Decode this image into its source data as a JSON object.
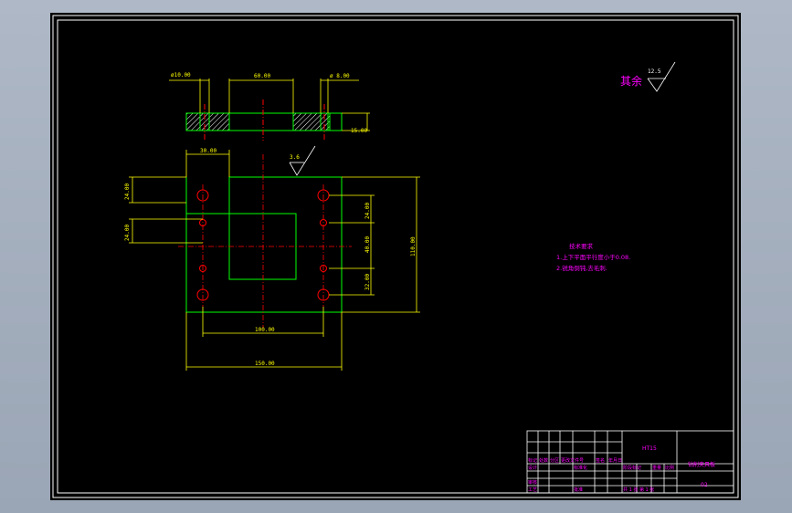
{
  "app": {
    "background_color": "#9aa5b5",
    "viewport_color": "#000000"
  },
  "colors": {
    "border": "#ffffff",
    "part": "#00ff00",
    "dimension": "#ffff00",
    "centerline": "#ff0000",
    "annotation": "#ff00ff"
  },
  "dimensions": {
    "top_left_dia": "ø10.00",
    "top_center_width": "60.00",
    "top_right_dia": "ø 8.00",
    "thickness": "15.00",
    "left_offset": "30.00",
    "left_upper": "24.00",
    "left_lower": "24.00",
    "right_upper": "24.00",
    "right_middle": "40.00",
    "right_lower": "32.00",
    "total_height": "110.00",
    "inner_width": "100.00",
    "total_width": "150.00"
  },
  "roughness": {
    "face": "3.6",
    "general": "12.5",
    "general_label": "其余"
  },
  "notes": {
    "title": "技术要求",
    "line1": "1.上下平面平行度小于0.08.",
    "line2": "2.锐角倒钝,去毛刺."
  },
  "title_block": {
    "material": "HT15",
    "part_name": "钻削夹具板",
    "drawing_no": "02",
    "row_labels": [
      "标记",
      "处数",
      "分区",
      "更改文件号",
      "签名",
      "年月日"
    ],
    "designer": "设计",
    "standard": "标准化",
    "review": "审核",
    "process": "工艺",
    "approve": "批准",
    "stage": "阶段标记",
    "weight": "重量",
    "scale": "比例",
    "sheet": "共 1 张 第 1 张"
  }
}
